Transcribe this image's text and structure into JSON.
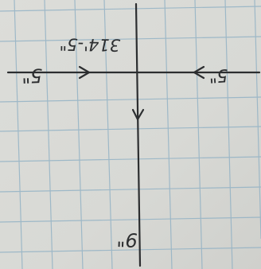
{
  "paper": {
    "background": "#d9dad6",
    "grid_color": "#8fb0c4",
    "ink_color": "#2c2e30"
  },
  "note": {
    "top_label": "314'-5\"",
    "left_dim": "5\"",
    "right_dim": "5\"",
    "bottom_label": "9\""
  }
}
